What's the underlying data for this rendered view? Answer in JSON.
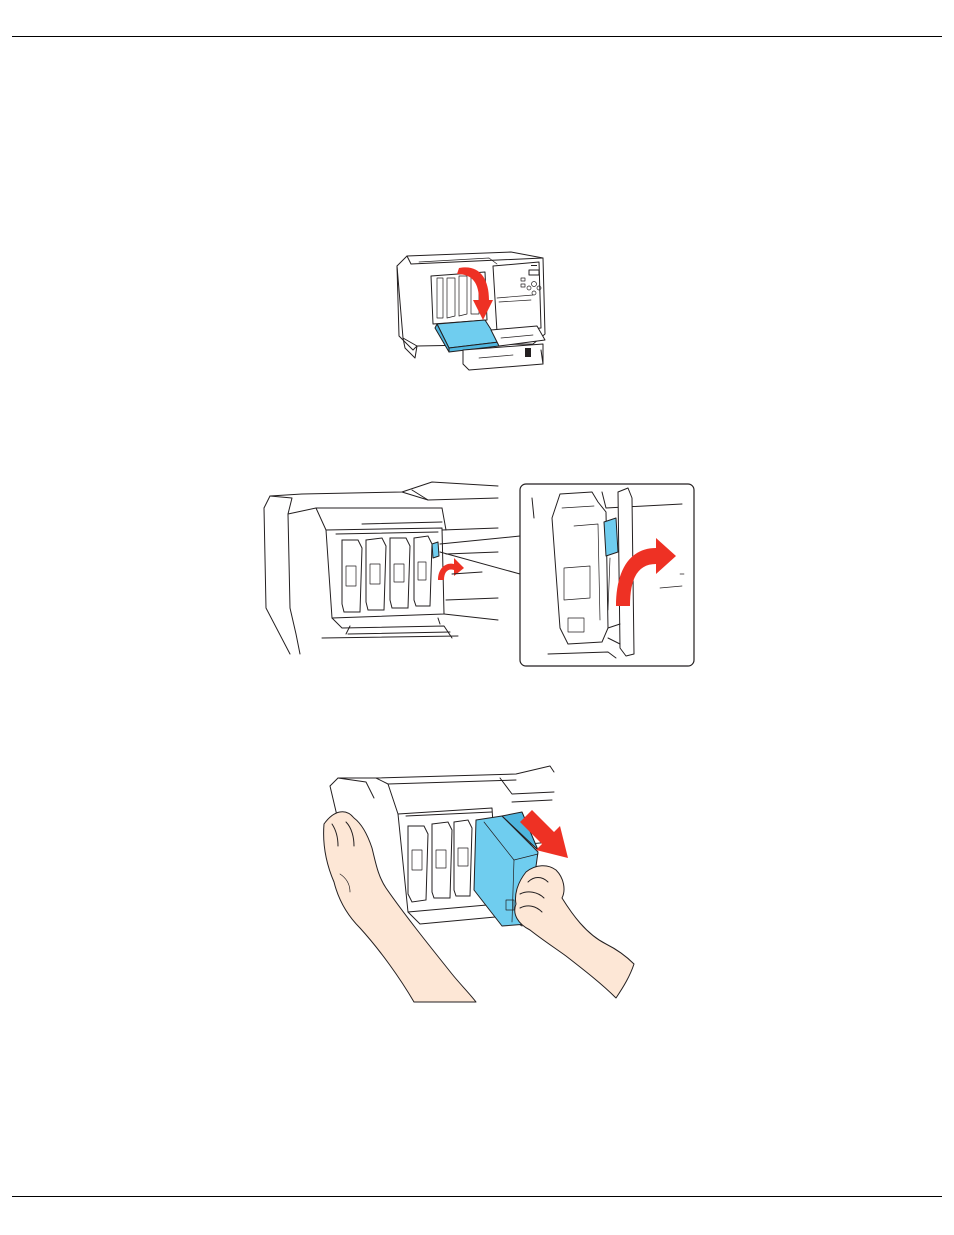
{
  "page": {
    "background": "#ffffff",
    "rule_color": "#000000"
  },
  "figures": [
    {
      "id": "open-cover",
      "icons": [
        "printer",
        "open-cartridge-cover",
        "down-arrow"
      ],
      "colors": {
        "highlight": "#6fcdef",
        "arrow": "#ee3124"
      }
    },
    {
      "id": "unlock-lever",
      "icons": [
        "cartridge-bay",
        "lock-lever",
        "curved-arrow",
        "zoom-callout"
      ],
      "colors": {
        "highlight": "#6fcdef",
        "arrow": "#ee3124"
      }
    },
    {
      "id": "remove-cartridge",
      "icons": [
        "hands",
        "ink-cartridge",
        "pull-arrow"
      ],
      "colors": {
        "highlight": "#6fcdef",
        "arrow": "#ee3124",
        "skin": "#fde7d6"
      }
    }
  ]
}
